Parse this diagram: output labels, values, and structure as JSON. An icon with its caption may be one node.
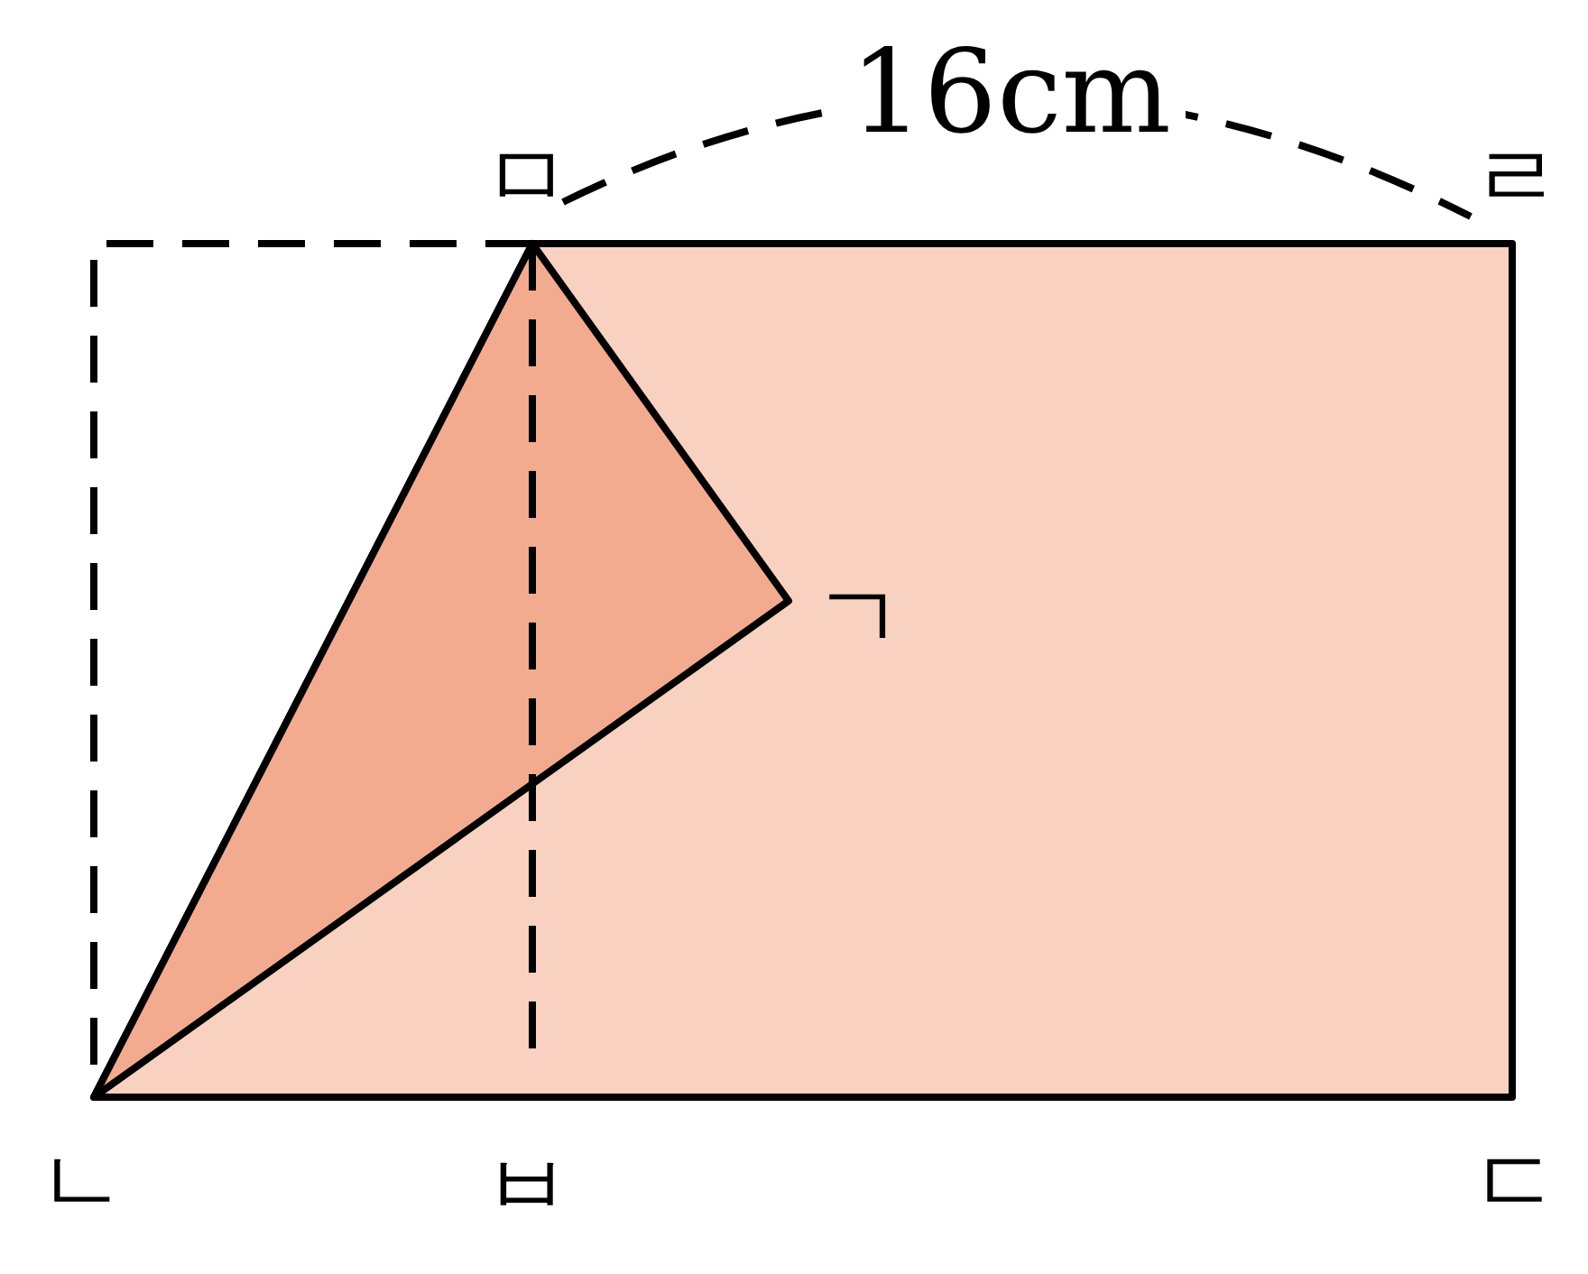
{
  "diagram": {
    "labels": [
      "16cm",
      "ㅁ",
      "ㄹ",
      "ㄱ",
      "ㄴ",
      "ㅂ",
      "ㄷ"
    ]
  }
}
